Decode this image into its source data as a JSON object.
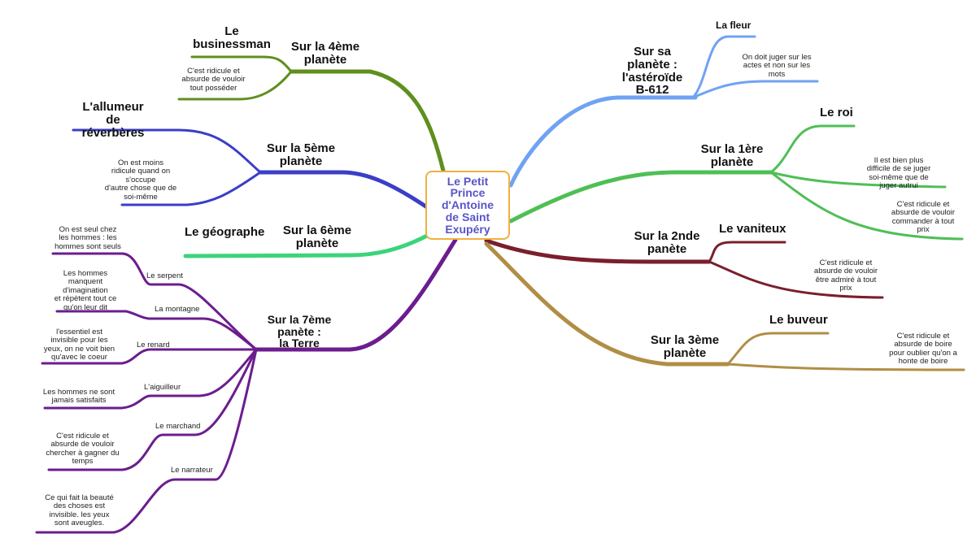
{
  "center": {
    "line1": "Le  Petit",
    "line2": "Prince",
    "line3": "d'Antoine",
    "line4": "de  Saint",
    "line5": "Exupéry"
  },
  "colors": {
    "asteroid": "#6fa3f2",
    "p1": "#4fbf55",
    "p2": "#7a1f2b",
    "p3": "#b08e45",
    "p4": "#5f8f1f",
    "p5": "#3a3ec8",
    "p6": "#3bd47a",
    "p7": "#6b1d8e",
    "center_border": "#f0b040",
    "center_text": "#5a55c8"
  },
  "branches": {
    "asteroid": {
      "l1": "Sur  sa",
      "l2": "planète  :",
      "l3": "l'astéroïde",
      "l4": "B-612",
      "fleur": "La fleur",
      "n1": "On doit juger sur les",
      "n2": "actes et non sur les",
      "n3": "mots"
    },
    "p1": {
      "l1": "Sur  la  1ère",
      "l2": "planète",
      "roi": "Le roi",
      "a1": "Il  est  bien  plus",
      "a2": "difficile de se juger",
      "a3": "soi-même que de",
      "a4": "juger autrui",
      "b1": "C'est ridicule et",
      "b2": "absurde de vouloir",
      "b3": "commander à tout",
      "b4": "prix"
    },
    "p2": {
      "l1": "Sur  la  2nde",
      "l2": "panète",
      "vaniteux": "Le vaniteux",
      "n1": "C'est ridicule et",
      "n2": "absurde de vouloir",
      "n3": "être admiré à tout",
      "n4": "prix"
    },
    "p3": {
      "l1": "Sur  la  3ème",
      "l2": "planète",
      "buveur": "Le buveur",
      "n1": "C'est ridicule et",
      "n2": "absurde de boire",
      "n3": "pour oublier qu'on a",
      "n4": "honte de boire"
    },
    "p4": {
      "l1": "Sur  la  4ème",
      "l2": "planète",
      "biz1": "Le",
      "biz2": "businessman",
      "n1": "C'est ridicule et",
      "n2": "absurde de vouloir",
      "n3": "tout posséder"
    },
    "p5": {
      "l1": "Sur  la  5ème",
      "l2": "planète",
      "all1": "L'allumeur",
      "all2": "de",
      "all3": "réverbères",
      "n1": "On est moins",
      "n2": "ridicule quand on",
      "n3": "s'occupe",
      "n4": "d'autre chose que de",
      "n5": "soi-même"
    },
    "p6": {
      "l1": "Sur  la  6ème",
      "l2": "planète",
      "geo": "Le géographe"
    },
    "p7": {
      "l1": "Sur  la  7ème",
      "l2": "panète  :",
      "l3": "la  Terre",
      "serpent": "Le serpent",
      "montagne": "La montagne",
      "renard": "Le renard",
      "aiguilleur": "L'aiguilleur",
      "marchand": "Le marchand",
      "narrateur": "Le narrateur",
      "s1": "On est seul chez",
      "s2": "les hommes : les",
      "s3": "hommes sont seuls",
      "m1": "Les  hommes",
      "m2": "manquent",
      "m3": "d'imagination",
      "m4": "et répètent tout ce",
      "m5": "qu'on leur dit",
      "r1": "l'essentiel est",
      "r2": "invisible pour les",
      "r3": "yeux,  on  ne voit bien",
      "r4": "qu'avec le coeur",
      "ai1": "Les hommes ne sont",
      "ai2": "jamais satisfaits",
      "ma1": "C'est ridicule et",
      "ma2": "absurde de vouloir",
      "ma3": "chercher à gagner du",
      "ma4": "temps",
      "na1": "Ce qui fait la beauté",
      "na2": "des choses est",
      "na3": "invisible. les yeux",
      "na4": "sont aveugles."
    }
  }
}
